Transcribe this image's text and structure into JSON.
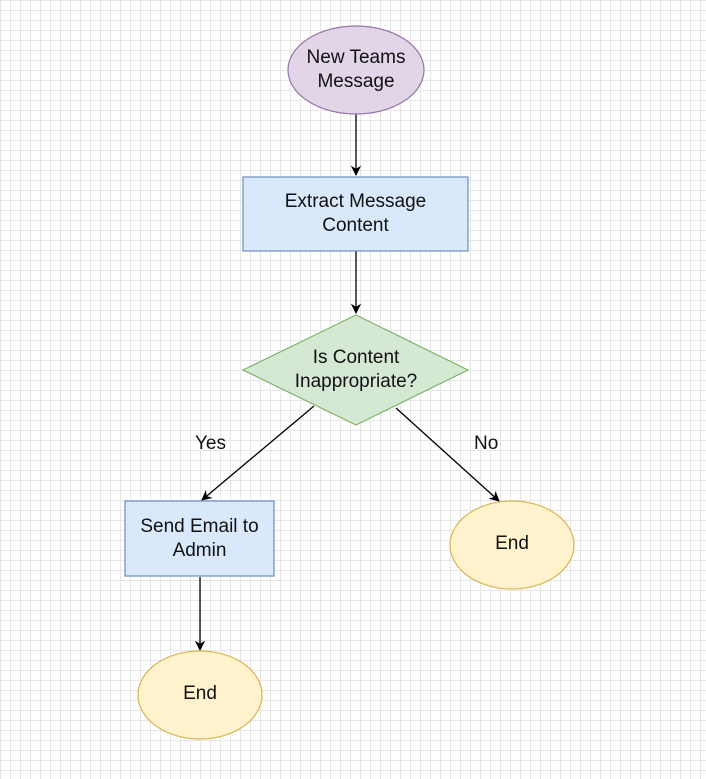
{
  "nodes": {
    "start": {
      "text": "New Teams\nMessage",
      "shape": "ellipse",
      "fill": "#e1d5e7",
      "stroke": "#9673a6"
    },
    "extract": {
      "text": "Extract Message\nContent",
      "shape": "rect",
      "fill": "#dae8fc",
      "stroke": "#6c8ebf"
    },
    "decision": {
      "text": "Is Content\nInappropriate?",
      "shape": "diamond",
      "fill": "#d5e8d4",
      "stroke": "#82b366"
    },
    "send_email": {
      "text": "Send Email to\nAdmin",
      "shape": "rect",
      "fill": "#dae8fc",
      "stroke": "#6c8ebf"
    },
    "end_yes": {
      "text": "End",
      "shape": "ellipse",
      "fill": "#fff2cc",
      "stroke": "#d6b656"
    },
    "end_no": {
      "text": "End",
      "shape": "ellipse",
      "fill": "#fff2cc",
      "stroke": "#d6b656"
    }
  },
  "edges": {
    "yes_label": "Yes",
    "no_label": "No"
  }
}
